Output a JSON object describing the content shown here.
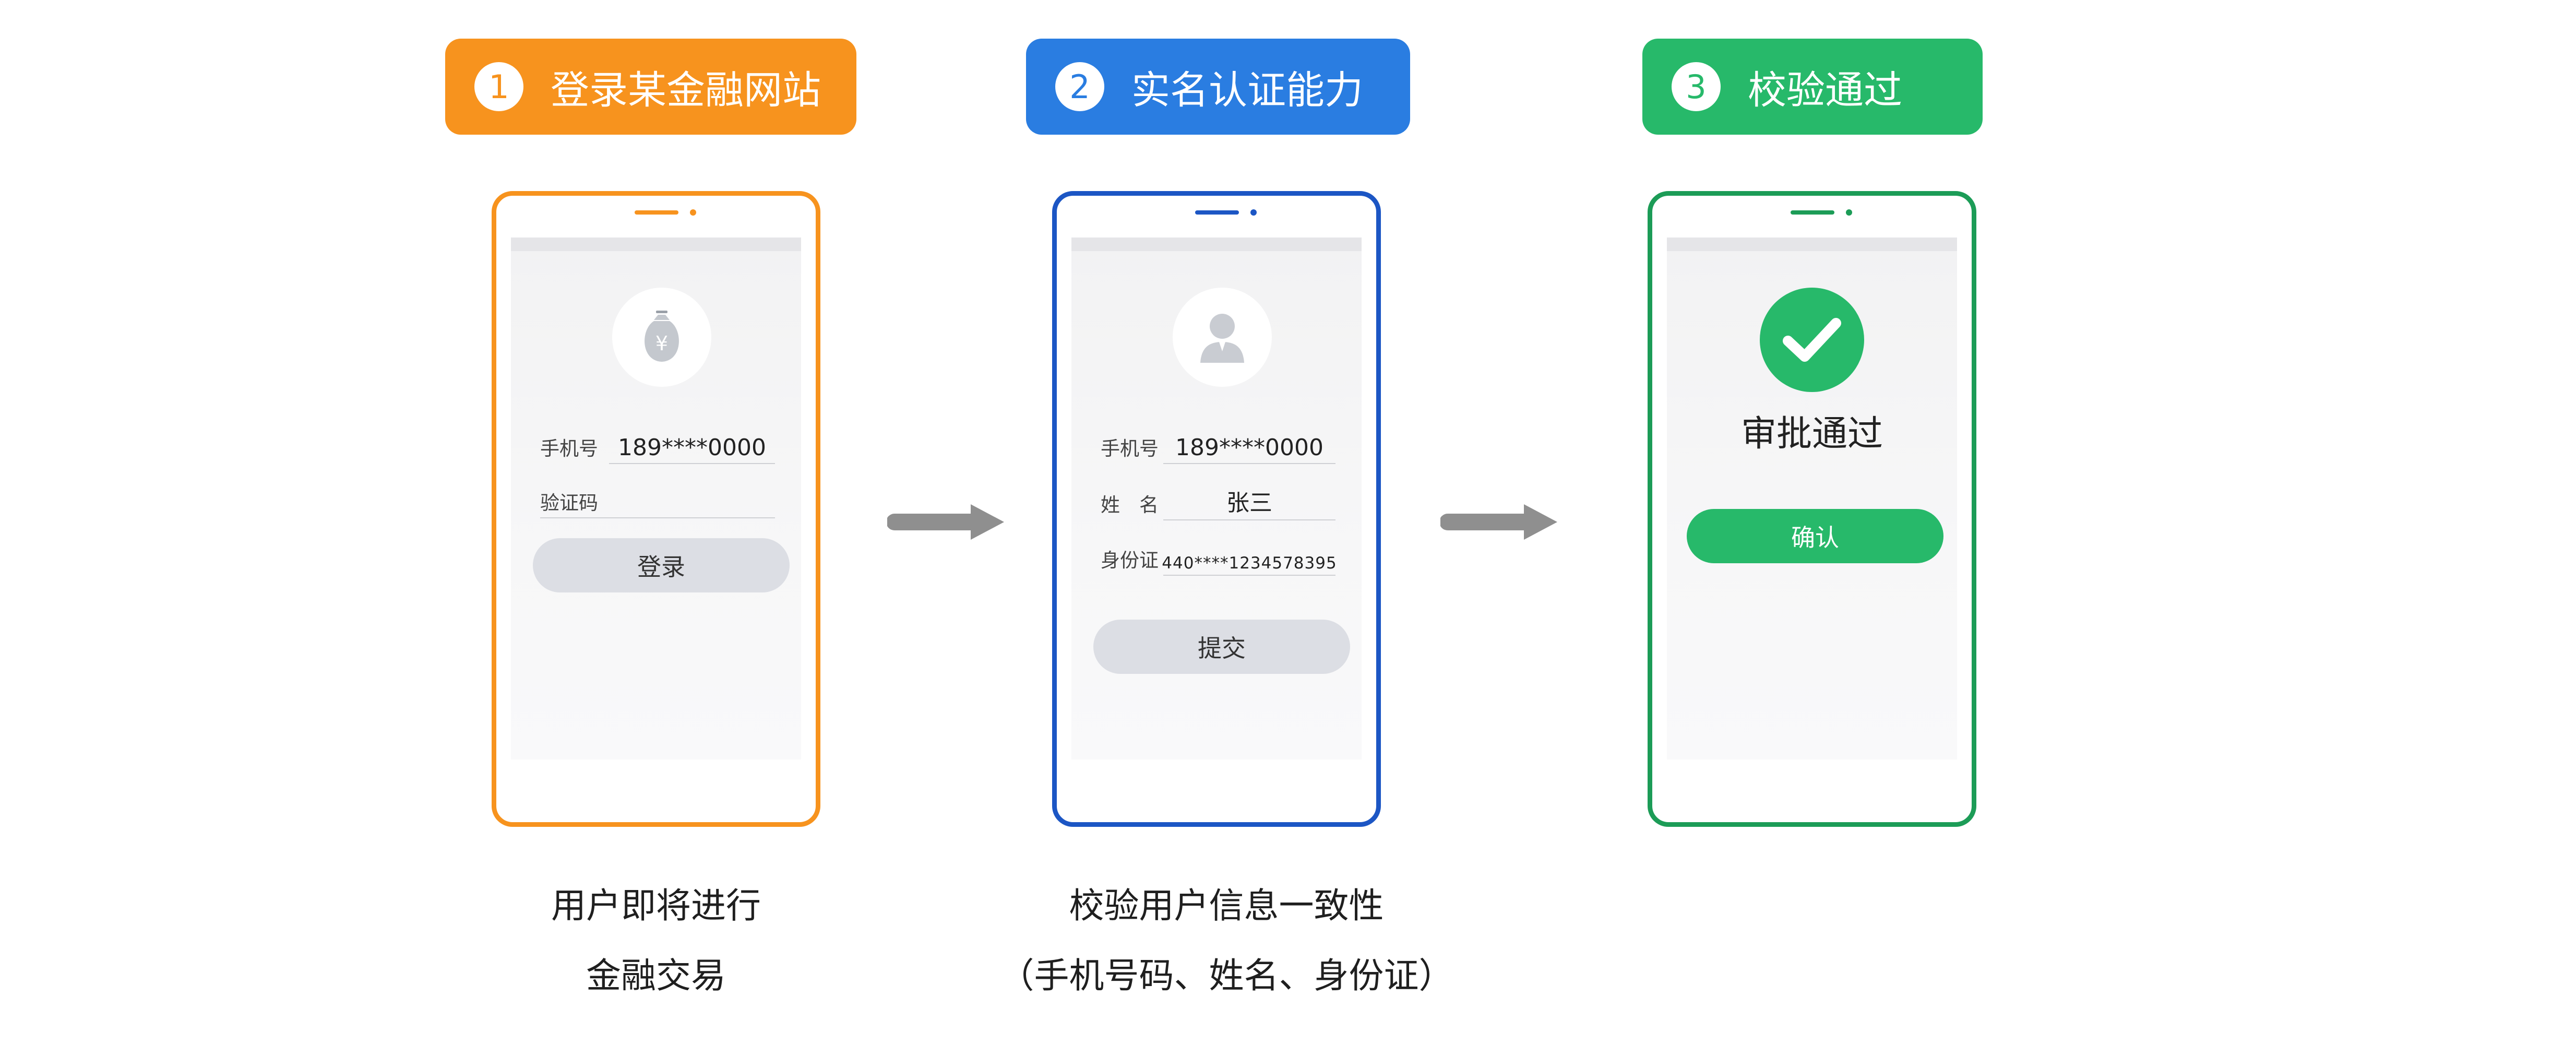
{
  "steps": [
    {
      "number": "1",
      "title": "登录某金融网站",
      "color": "#f7931e"
    },
    {
      "number": "2",
      "title": "实名认证能力",
      "color": "#2a7de1"
    },
    {
      "number": "3",
      "title": "校验通过",
      "color": "#27b96a"
    }
  ],
  "phone1": {
    "fields": [
      {
        "label": "手机号",
        "value": "189****0000"
      },
      {
        "label": "验证码",
        "value": ""
      }
    ],
    "button": "登录",
    "icon": "money-bag-icon"
  },
  "phone2": {
    "fields": [
      {
        "label": "手机号",
        "value": "189****0000"
      },
      {
        "label": "姓　名",
        "value": "张三"
      },
      {
        "label": "身份证",
        "value": "440****1234578395"
      }
    ],
    "button": "提交",
    "icon": "user-icon"
  },
  "phone3": {
    "result": "审批通过",
    "button": "确认",
    "icon": "checkmark-icon"
  },
  "captions": {
    "step1": [
      "用户即将进行",
      "金融交易"
    ],
    "step2": [
      "校验用户信息一致性",
      "（手机号码、姓名、身份证）"
    ]
  },
  "icons": {
    "arrow": "right-arrow-icon"
  }
}
